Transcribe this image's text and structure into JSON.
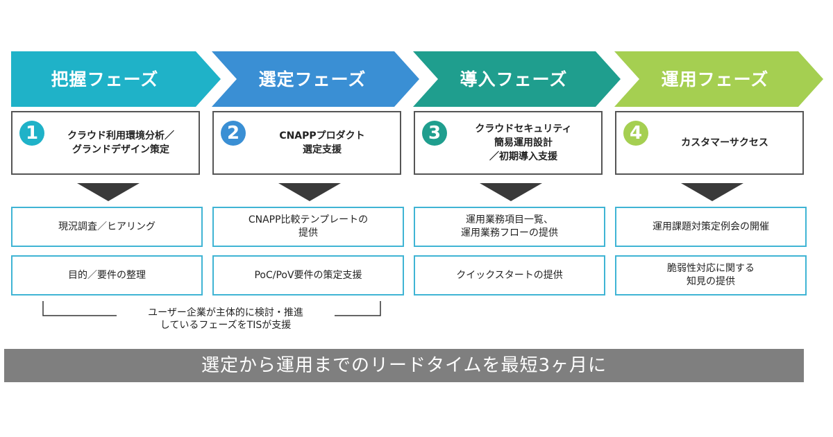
{
  "colors": {
    "phase1": "#1fb2c8",
    "phase2": "#3a8fd4",
    "phase3": "#1f9e8e",
    "phase4": "#a5cf51",
    "task_border": "#3fb4d4",
    "banner_bg": "#7f7f7f"
  },
  "phases": [
    {
      "label": "把握フェーズ",
      "step_number": "1",
      "step_lines": [
        "クラウド利用環境分析／",
        "グランドデザイン策定"
      ],
      "tasks": [
        [
          "現況調査／ヒアリング"
        ],
        [
          "目的／要件の整理"
        ]
      ]
    },
    {
      "label": "選定フェーズ",
      "step_number": "2",
      "step_lines": [
        "CNAPPプロダクト",
        "選定支援"
      ],
      "tasks": [
        [
          "CNAPP比較テンプレートの",
          "提供"
        ],
        [
          "PoC/PoV要件の策定支援"
        ]
      ]
    },
    {
      "label": "導入フェーズ",
      "step_number": "3",
      "step_lines": [
        "クラウドセキュリティ",
        "簡易運用設計",
        "／初期導入支援"
      ],
      "tasks": [
        [
          "運用業務項目一覧、",
          "運用業務フローの提供"
        ],
        [
          "クイックスタートの提供"
        ]
      ]
    },
    {
      "label": "運用フェーズ",
      "step_number": "4",
      "step_lines": [
        "カスタマーサクセス"
      ],
      "tasks": [
        [
          "運用課題対策定例会の開催"
        ],
        [
          "脆弱性対応に関する",
          "知見の提供"
        ]
      ]
    }
  ],
  "bracket_note": [
    "ユーザー企業が主体的に検討・推進",
    "しているフェーズをTISが支援"
  ],
  "banner": "選定から運用までのリードタイムを最短3ヶ月に"
}
